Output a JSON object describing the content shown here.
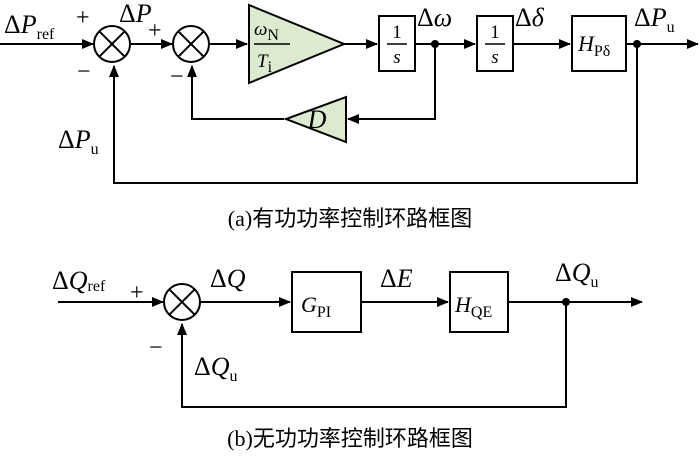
{
  "diagram_a": {
    "caption": "(a)有功功率控制环路框图",
    "delta": "Δ",
    "inputs": {
      "p_ref": {
        "sym": "P",
        "sub": "ref"
      },
      "p": {
        "sym": "P",
        "sub": ""
      },
      "p_u_feedback": {
        "sym": "P",
        "sub": "u"
      },
      "omega": {
        "sym": "ω",
        "sub": ""
      },
      "delta_angle": {
        "sym": "δ",
        "sub": ""
      },
      "p_u_out": {
        "sym": "P",
        "sub": "u"
      }
    },
    "signs": {
      "sum1_plus": "+",
      "sum1_minus": "−",
      "sum2_plus": "+",
      "sum2_minus": "−"
    },
    "blocks": {
      "gain": {
        "num": "ω",
        "num_sub": "N",
        "den": "T",
        "den_sub": "i"
      },
      "integrator1": {
        "num": "1",
        "den": "s"
      },
      "integrator2": {
        "num": "1",
        "den": "s"
      },
      "h_p_delta": {
        "sym": "H",
        "sub": "Pδ"
      },
      "damping": {
        "sym": "D"
      }
    }
  },
  "diagram_b": {
    "caption": "(b)无功功率控制环路框图",
    "delta": "Δ",
    "inputs": {
      "q_ref": {
        "sym": "Q",
        "sub": "ref"
      },
      "q": {
        "sym": "Q",
        "sub": ""
      },
      "e": {
        "sym": "E",
        "sub": ""
      },
      "q_u_out": {
        "sym": "Q",
        "sub": "u"
      },
      "q_u_feedback": {
        "sym": "Q",
        "sub": "u"
      }
    },
    "signs": {
      "sum_plus": "+",
      "sum_minus": "−"
    },
    "blocks": {
      "g_pi": {
        "sym": "G",
        "sub": "PI"
      },
      "h_qe": {
        "sym": "H",
        "sub": "QE"
      }
    }
  }
}
